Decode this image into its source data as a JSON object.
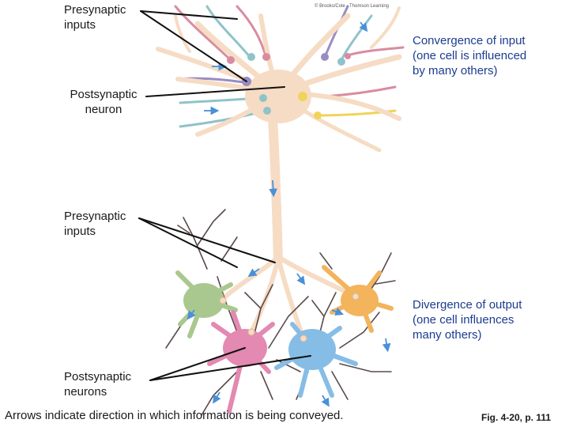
{
  "credit": "© Brooks/Cole - Thomson Learning",
  "labels": {
    "presynaptic_top": "Presynaptic\ninputs",
    "postsynaptic_neuron": "Postsynaptic\nneuron",
    "presynaptic_bottom": "Presynaptic\ninputs",
    "postsynaptic_neurons": "Postsynaptic\nneurons",
    "convergence": "Convergence of input\n(one cell is influenced\nby many others)",
    "divergence": "Divergence of output\n(one cell influences\nmany others)"
  },
  "caption": "Arrows indicate direction in which information is being conveyed.",
  "figure_ref": "Fig. 4-20, p. 111",
  "colors": {
    "neuron_main": "#f6dcc4",
    "neuron_main_stroke": "#d9b896",
    "green_cell": "#a9c88f",
    "pink_cell": "#e489b1",
    "blue_cell": "#86bde6",
    "orange_cell": "#f3b45c",
    "terminal_purple": "#9a8cc2",
    "terminal_pink": "#d98ca0",
    "terminal_yellow": "#f0d35a",
    "terminal_teal": "#8fc3c9",
    "dendrite_dark": "#5a4a4a",
    "arrow_blue": "#4a90d9",
    "label_blue": "#1b3c8f"
  },
  "icons": [
    "direction-arrow-icon"
  ]
}
